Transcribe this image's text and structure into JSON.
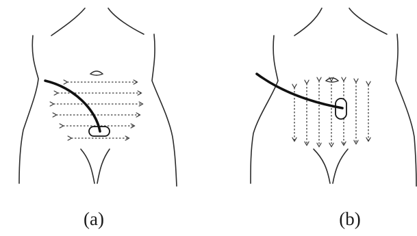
{
  "figure": {
    "panels": [
      {
        "id": "a",
        "label": "(a)",
        "arrow_direction": "horizontal"
      },
      {
        "id": "b",
        "label": "(b)",
        "arrow_direction": "vertical"
      }
    ],
    "colors": {
      "outline": "#2a2a2a",
      "catheter": "#111111",
      "dotted_arrows": "#3a3a3a",
      "background": "#ffffff"
    }
  }
}
